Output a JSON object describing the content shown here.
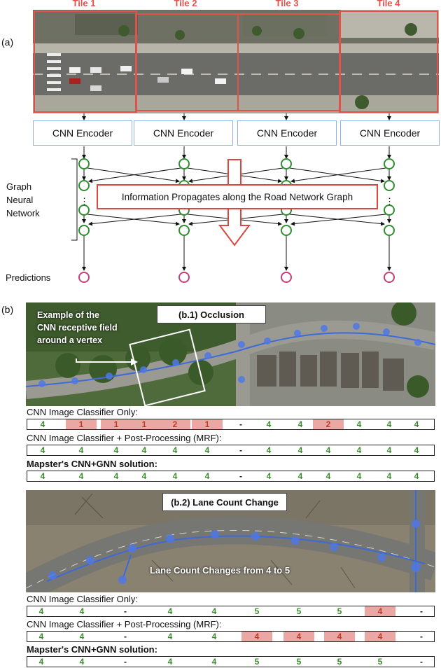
{
  "panel_a_label": "(a)",
  "panel_b_label": "(b)",
  "tiles": [
    "Tile 1",
    "Tile 2",
    "Tile 3",
    "Tile 4"
  ],
  "encoder_label": "CNN Encoder",
  "gnn_label": [
    "Graph",
    "Neural",
    "Network"
  ],
  "propagation_text": "Information Propagates along the Road Network Graph",
  "predictions_label": "Predictions",
  "ellipsis": "⋮",
  "colors": {
    "tile_border": "#e0524a",
    "encoder_border": "#8fb0e8",
    "node_green": "#2f8f2f",
    "node_pink": "#c2407a",
    "error_fill": "#eaa7a3",
    "correct_text": "#3c8a2e",
    "error_text": "#c0392b"
  },
  "b1": {
    "caption": "(b.1) Occlusion",
    "note": [
      "Example of the",
      "CNN receptive field",
      "around a vertex"
    ],
    "rows": [
      {
        "title": "CNN Image Classifier Only:",
        "bold": false,
        "cells": [
          {
            "v": "4",
            "s": "ok"
          },
          {
            "v": "1",
            "s": "err"
          },
          {
            "v": "1",
            "s": "err"
          },
          {
            "v": "1",
            "s": "err"
          },
          {
            "v": "2",
            "s": "err"
          },
          {
            "v": "1",
            "s": "err"
          },
          {
            "v": "-",
            "s": "neutral"
          },
          {
            "v": "4",
            "s": "ok"
          },
          {
            "v": "4",
            "s": "ok"
          },
          {
            "v": "2",
            "s": "err"
          },
          {
            "v": "4",
            "s": "ok"
          },
          {
            "v": "4",
            "s": "ok"
          },
          {
            "v": "4",
            "s": "ok"
          }
        ]
      },
      {
        "title": "CNN Image Classifier + Post-Processing (MRF):",
        "bold": false,
        "cells": [
          {
            "v": "4",
            "s": "ok"
          },
          {
            "v": "4",
            "s": "ok"
          },
          {
            "v": "4",
            "s": "ok"
          },
          {
            "v": "4",
            "s": "ok"
          },
          {
            "v": "4",
            "s": "ok"
          },
          {
            "v": "4",
            "s": "ok"
          },
          {
            "v": "-",
            "s": "neutral"
          },
          {
            "v": "4",
            "s": "ok"
          },
          {
            "v": "4",
            "s": "ok"
          },
          {
            "v": "4",
            "s": "ok"
          },
          {
            "v": "4",
            "s": "ok"
          },
          {
            "v": "4",
            "s": "ok"
          },
          {
            "v": "4",
            "s": "ok"
          }
        ]
      },
      {
        "title": "Mapster's CNN+GNN solution:",
        "bold": true,
        "cells": [
          {
            "v": "4",
            "s": "ok"
          },
          {
            "v": "4",
            "s": "ok"
          },
          {
            "v": "4",
            "s": "ok"
          },
          {
            "v": "4",
            "s": "ok"
          },
          {
            "v": "4",
            "s": "ok"
          },
          {
            "v": "4",
            "s": "ok"
          },
          {
            "v": "-",
            "s": "neutral"
          },
          {
            "v": "4",
            "s": "ok"
          },
          {
            "v": "4",
            "s": "ok"
          },
          {
            "v": "4",
            "s": "ok"
          },
          {
            "v": "4",
            "s": "ok"
          },
          {
            "v": "4",
            "s": "ok"
          },
          {
            "v": "4",
            "s": "ok"
          }
        ]
      }
    ]
  },
  "b2": {
    "caption": "(b.2) Lane Count Change",
    "note": "Lane Count Changes from 4 to 5",
    "rows": [
      {
        "title": "CNN Image Classifier Only:",
        "bold": false,
        "cells": [
          {
            "v": "4",
            "s": "ok"
          },
          {
            "v": "4",
            "s": "ok"
          },
          {
            "v": "-",
            "s": "neutral"
          },
          {
            "v": "4",
            "s": "ok"
          },
          {
            "v": "4",
            "s": "ok"
          },
          {
            "v": "5",
            "s": "ok"
          },
          {
            "v": "5",
            "s": "ok"
          },
          {
            "v": "5",
            "s": "ok"
          },
          {
            "v": "4",
            "s": "err"
          },
          {
            "v": "-",
            "s": "neutral"
          }
        ]
      },
      {
        "title": "CNN Image Classifier + Post-Processing (MRF):",
        "bold": false,
        "cells": [
          {
            "v": "4",
            "s": "ok"
          },
          {
            "v": "4",
            "s": "ok"
          },
          {
            "v": "-",
            "s": "neutral"
          },
          {
            "v": "4",
            "s": "ok"
          },
          {
            "v": "4",
            "s": "ok"
          },
          {
            "v": "4",
            "s": "err"
          },
          {
            "v": "4",
            "s": "err"
          },
          {
            "v": "4",
            "s": "err"
          },
          {
            "v": "4",
            "s": "err"
          },
          {
            "v": "-",
            "s": "neutral"
          }
        ]
      },
      {
        "title": "Mapster's CNN+GNN solution:",
        "bold": true,
        "cells": [
          {
            "v": "4",
            "s": "ok"
          },
          {
            "v": "4",
            "s": "ok"
          },
          {
            "v": "-",
            "s": "neutral"
          },
          {
            "v": "4",
            "s": "ok"
          },
          {
            "v": "4",
            "s": "ok"
          },
          {
            "v": "5",
            "s": "ok"
          },
          {
            "v": "5",
            "s": "ok"
          },
          {
            "v": "5",
            "s": "ok"
          },
          {
            "v": "5",
            "s": "ok"
          },
          {
            "v": "-",
            "s": "neutral"
          }
        ]
      }
    ]
  }
}
